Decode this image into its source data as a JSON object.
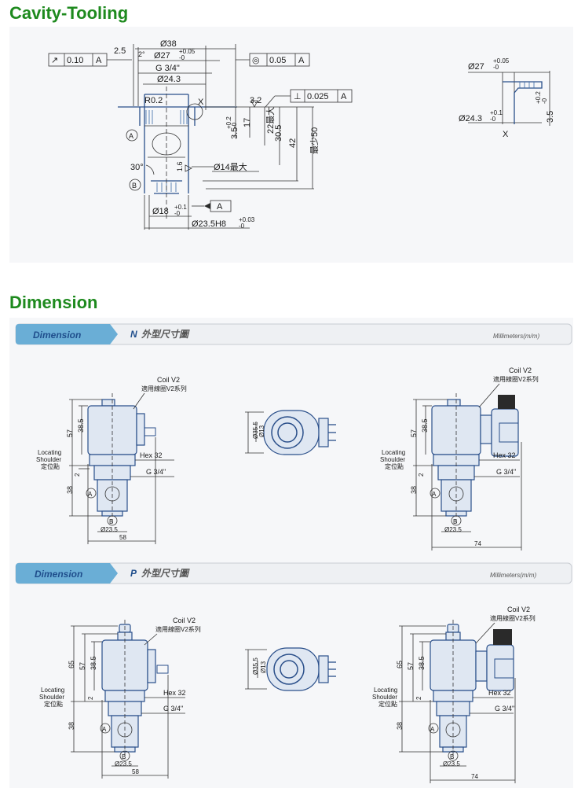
{
  "sections": {
    "cavity_title": "Cavity-Tooling",
    "dimension_title": "Dimension"
  },
  "cavity": {
    "fcf_runout": [
      "↗",
      "0.10",
      "A"
    ],
    "fcf_concentric": [
      "◎",
      "0.05",
      "A"
    ],
    "fcf_perp": [
      "⊥",
      "0.025",
      "A"
    ],
    "fcf_datum": "A",
    "dia38": "Ø38",
    "dia27": "Ø27",
    "dia27_tol_up": "+0.05",
    "dia27_tol_lo": "-0",
    "thread": "G 3/4\"",
    "dia243": "Ø24.3",
    "r02": "R0.2",
    "chamfer": "2.5",
    "angle2": "2°",
    "v32": "3.2",
    "v32_dup": "3.2",
    "x_mark": "X",
    "d35": "3.5",
    "d35_up": "+0.2",
    "d35_lo": "-0",
    "d17": "17",
    "d22": "22最大",
    "d305": "30.5",
    "d42": "42",
    "d50": "最少50",
    "d16": "1.6",
    "dia14": "Ø14最大",
    "ang30": "30°",
    "mark_a": "A",
    "mark_b": "B",
    "dia18": "Ø18",
    "dia18_up": "+0.1",
    "dia18_lo": "-0",
    "dia235": "Ø23.5H8",
    "dia235_up": "+0.03",
    "dia235_lo": "-0",
    "detail_dia27": "Ø27",
    "detail_dia27_up": "+0.05",
    "detail_dia27_lo": "-0",
    "detail_dia243": "Ø24.3",
    "detail_dia243_up": "+0.1",
    "detail_dia243_lo": "-0",
    "detail_d35": "3.5",
    "detail_d35_up": "+0.2",
    "detail_d35_lo": "-0",
    "detail_x": "X"
  },
  "banners": [
    {
      "tag": "Dimension",
      "code": "N",
      "subtitle": "外型尺寸圖",
      "units": "Millimeters(m/m)"
    },
    {
      "tag": "Dimension",
      "code": "P",
      "subtitle": "外型尺寸圖",
      "units": "Millimeters(m/m)"
    }
  ],
  "dims_n": {
    "coil": "Coil V2",
    "coil_cn": "適用線圈V2系列",
    "h57": "57",
    "h385": "38.5",
    "locating": "Locating",
    "shoulder": "Shoulder",
    "locating_cn": "定位點",
    "hex": "Hex 32",
    "two": "2",
    "g34": "G 3/4\"",
    "h38": "38",
    "mark_a": "A",
    "mark_b": "B",
    "d235": "Ø23.5",
    "w58": "58",
    "d355": "Ø35.5",
    "d13": "Ø13",
    "coil_r": "Coil V2",
    "coil_r_cn": "適用線圈V2系列",
    "h57_r": "57",
    "h385_r": "38.5",
    "locating_r": "Locating",
    "shoulder_r": "Shoulder",
    "locating_r_cn": "定位點",
    "hex_r": "Hex 32",
    "two_r": "2",
    "g34_r": "G 3/4\"",
    "h38_r": "38",
    "mark_a_r": "A",
    "mark_b_r": "B",
    "d235_r": "Ø23.5",
    "w74": "74"
  },
  "dims_p": {
    "coil": "Coil V2",
    "coil_cn": "適用線圈V2系列",
    "h65": "65",
    "h57": "57",
    "h385": "38.5",
    "locating": "Locating",
    "shoulder": "Shoulder",
    "locating_cn": "定位點",
    "hex": "Hex 32",
    "two": "2",
    "g34": "G 3/4\"",
    "h38": "38",
    "mark_a": "A",
    "mark_b": "B",
    "d235": "Ø23.5",
    "w58": "58",
    "d355": "Ø35.5",
    "d13": "Ø13",
    "coil_r": "Coil V2",
    "coil_r_cn": "適用線圈V2系列",
    "h65_r": "65",
    "h57_r": "57",
    "h385_r": "38.5",
    "locating_r": "Locating",
    "shoulder_r": "Shoulder",
    "locating_r_cn": "定位點",
    "hex_r": "Hex 32",
    "two_r": "2",
    "g34_r": "G 3/4\"",
    "h38_r": "38",
    "mark_a_r": "A",
    "mark_b_r": "B",
    "d235_r": "Ø23.5",
    "w74": "74"
  },
  "colors": {
    "section_title": "#1e8a1e",
    "banner_blue": "#6aaed6",
    "banner_text": "#1f4e8c",
    "drawing_blue": "#2a4f8a"
  }
}
